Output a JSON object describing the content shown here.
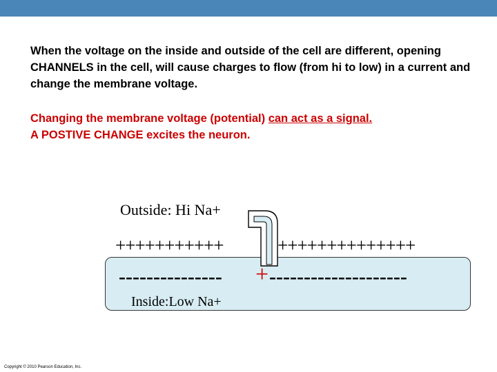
{
  "paragraph1": "When the voltage on the inside and outside of the cell are different, opening CHANNELS in the cell, will cause charges to flow (from hi to low) in a current and change the membrane voltage.",
  "paragraph2": {
    "part1": "Changing the membrane voltage (potential) ",
    "part2_underlined": "can act as a signal.",
    "line2": "A POSTIVE CHANGE excites the neuron."
  },
  "diagram": {
    "outside_label": "Outside:  Hi Na+",
    "plus_left": "+++++++++++",
    "plus_right": "++++++++++++++",
    "minus_left": "---------------",
    "center_plus": "+",
    "minus_right": "--------------------",
    "inside_label": "Inside:",
    "inside_value": "Low Na+"
  },
  "footer": {
    "copyright": "Copyright © 2010 Pearson Education, Inc."
  },
  "colors": {
    "topbar": "#4a86b8",
    "red_text": "#cc0000",
    "cell_fill": "#d8edf3"
  }
}
